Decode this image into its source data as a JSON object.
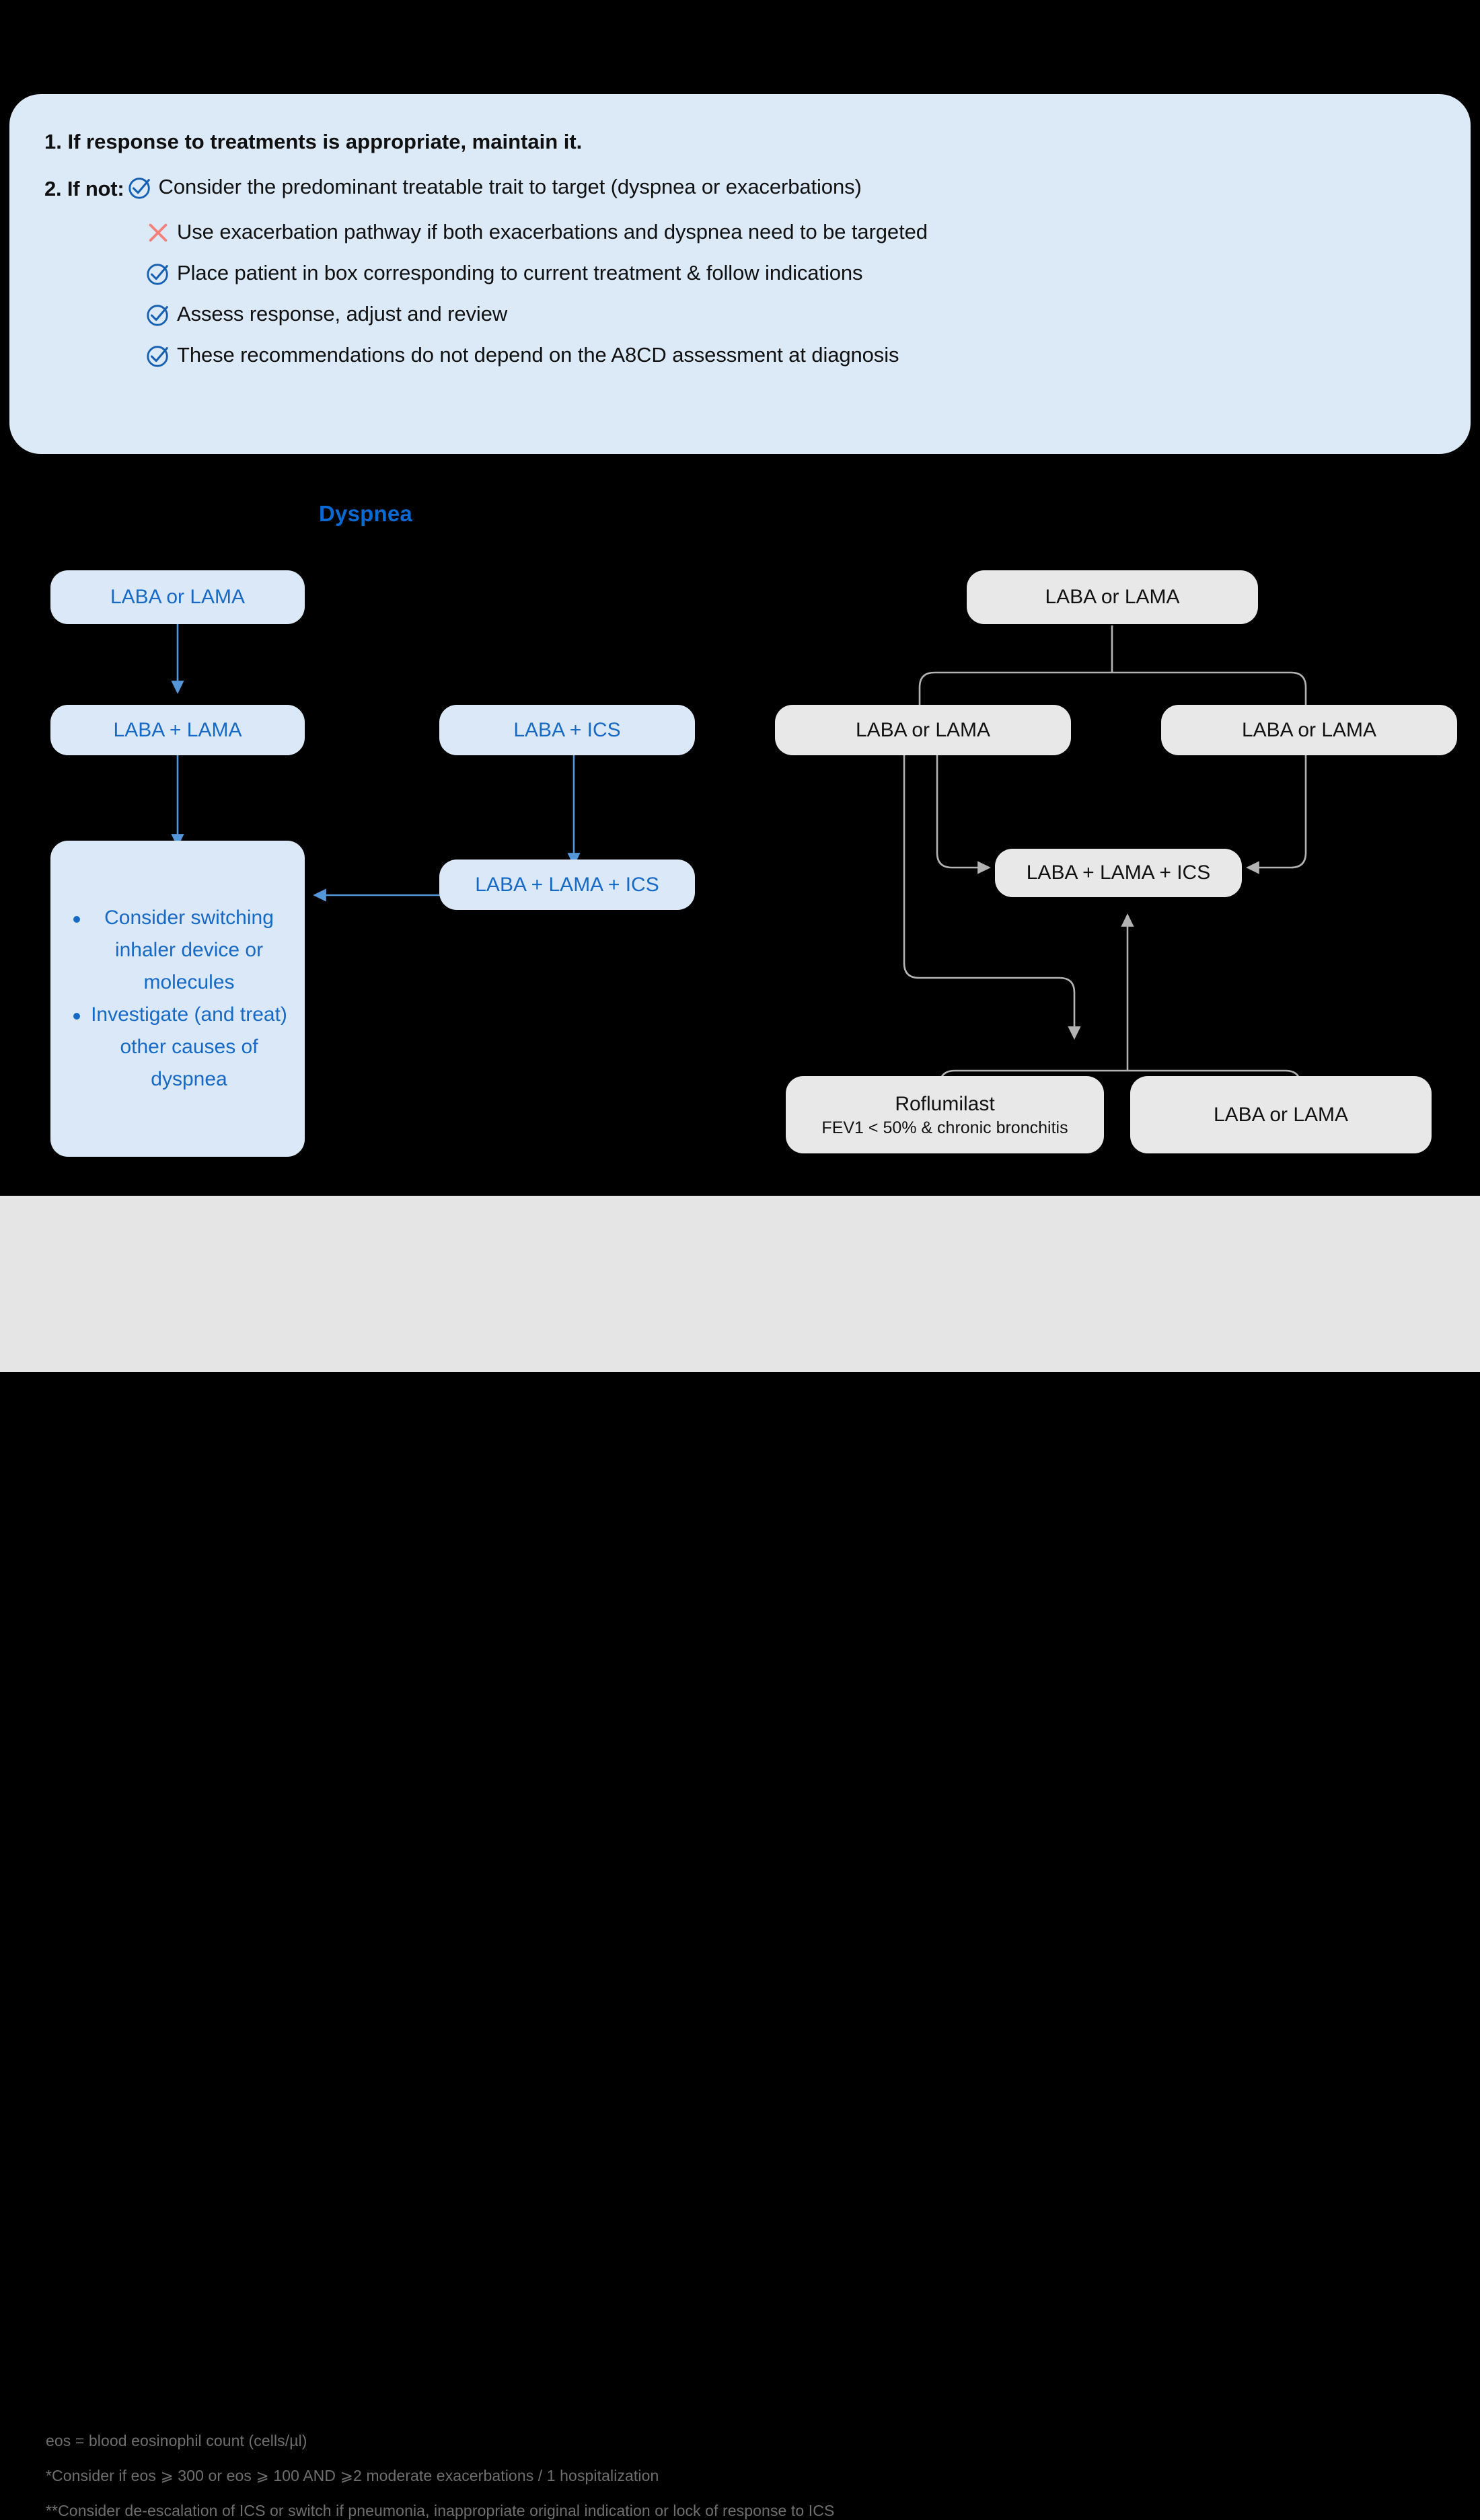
{
  "header": {
    "item1_label": "1.",
    "item1_text": "If response to treatments is appropriate, maintain it.",
    "item1_full": "1. If response to treatments is appropriate, maintain it.",
    "item2_label": "2. If not:",
    "bullets": [
      {
        "icon": "check-circle-icon",
        "text": "Consider the predominant treatable trait to target (dyspnea or exacerbations)"
      },
      {
        "icon": "cross-icon",
        "text": "Use exacerbation pathway if both exacerbations and dyspnea need to be targeted"
      },
      {
        "icon": "check-circle-icon",
        "text": "Place patient in box corresponding to current treatment & follow indications"
      },
      {
        "icon": "check-circle-icon",
        "text": "Assess response, adjust and review"
      },
      {
        "icon": "check-circle-icon",
        "text": "These recommendations do not depend on the A8CD assessment at diagnosis"
      }
    ]
  },
  "section": {
    "dyspnea_label": "Dyspnea"
  },
  "flow": {
    "dyspnea_nodes": {
      "laba_or_lama": "LABA or LAMA",
      "laba_plus_lama": "LABA + LAMA",
      "laba_plus_ics": "LABA + ICS",
      "laba_lama_ics": "LABA + LAMA + ICS",
      "advice_bullets": [
        "Consider switching inhaler device or molecules",
        "Investigate (and treat) other causes of dyspnea"
      ]
    },
    "exacerbation_nodes": {
      "top": "LABA or LAMA",
      "left": "LABA or LAMA",
      "right": "LABA or LAMA",
      "triple": "LABA + LAMA + ICS",
      "roflumilast_title": "Roflumilast",
      "roflumilast_sub": "FEV1 < 50% & chronic bronchitis",
      "bottom_right": "LABA or LAMA"
    }
  },
  "footnotes": [
    "eos = blood eosinophil count (cells/µl)",
    "*Consider if eos ⩾ 300 or eos ⩾ 100 AND ⩾2 moderate exacerbations / 1 hospitalization",
    "**Consider de-escalation of ICS or switch if pneumonia, inappropriate original indication or lock of response to ICS"
  ],
  "colors": {
    "blue_accent": "#0a6ad4",
    "blue_text": "#1669c4",
    "blue_box": "#dbe8f7",
    "header_box": "#dce9f7",
    "grey_box": "#e8e8e8",
    "footer_bg": "#e5e5e5",
    "cross_red": "#f4807a",
    "arrow_blue": "#5596d8",
    "arrow_grey": "#b3b3b3"
  }
}
